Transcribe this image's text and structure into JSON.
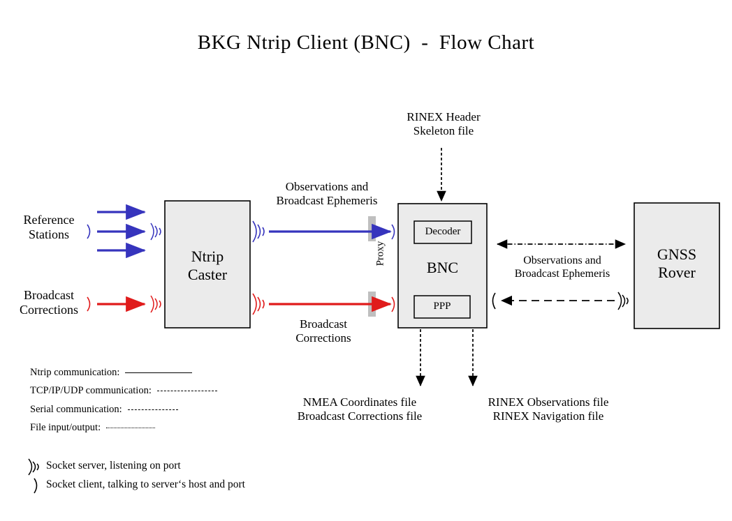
{
  "title": "BKG Ntrip Client (BNC)  -  Flow Chart",
  "colors": {
    "ntrip_blue": "#3634bd",
    "corrections_red": "#e01b1b",
    "box_fill": "#ebebeb",
    "box_stroke": "#000000",
    "proxy_block": "#bfbfbf"
  },
  "nodes": {
    "reference_stations": "Reference\nStations",
    "broadcast_corrections_source": "Broadcast\nCorrections",
    "ntrip_caster": "Ntrip\nCaster",
    "bnc": "BNC",
    "bnc_decoder": "Decoder",
    "bnc_ppp": "PPP",
    "gnss_rover": "GNSS\nRover",
    "proxy": "Proxy"
  },
  "edge_labels": {
    "observations_ephemeris_caster_to_bnc": "Observations and\nBroadcast Ephemeris",
    "broadcast_corrections_caster_to_bnc": "Broadcast\nCorrections",
    "rinex_header_skeleton": "RINEX Header\nSkeleton file",
    "observations_ephemeris_bnc_rover": "Observations and\nBroadcast Ephemeris"
  },
  "outputs": {
    "nmea_files": "NMEA Coordinates file\nBroadcast Corrections file",
    "rinex_files": "RINEX Observations file\nRINEX Navigation file"
  },
  "legend": {
    "items": [
      {
        "label": "Ntrip communication:",
        "style": "solid"
      },
      {
        "label": "TCP/IP/UDP communication:",
        "style": "dashed"
      },
      {
        "label": "Serial communication:",
        "style": "dash-dot"
      },
      {
        "label": "File input/output:",
        "style": "dotted"
      }
    ],
    "sockets": [
      {
        "icon": "socket-server-icon",
        "label": "Socket server, listening on port"
      },
      {
        "icon": "socket-client-icon",
        "label": "Socket client, talking to server‘s host and port"
      }
    ]
  }
}
